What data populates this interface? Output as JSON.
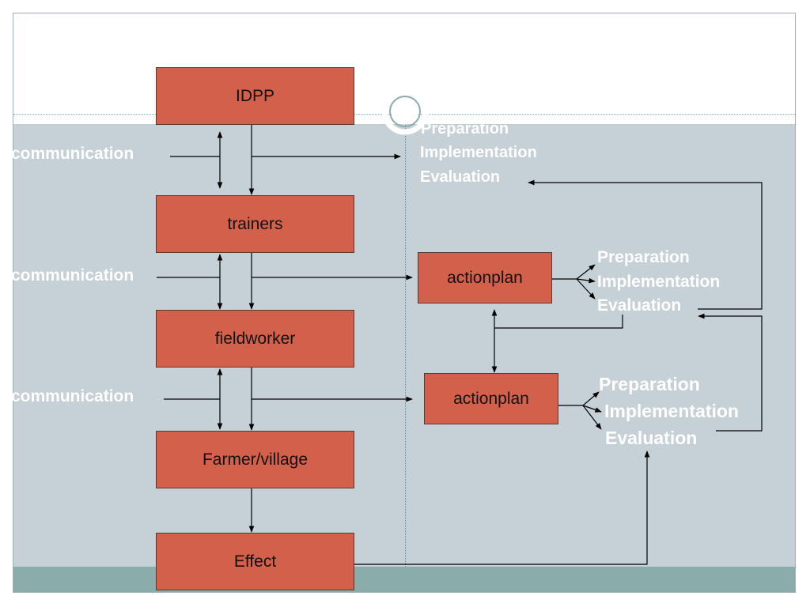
{
  "diagram": {
    "nodes": {
      "idpp": "IDPP",
      "trainers": "trainers",
      "fieldworker": "fieldworker",
      "farmer": "Farmer/village",
      "effect": "Effect",
      "actionplan1": "actionplan",
      "actionplan2": "actionplan"
    },
    "communication_labels": [
      "communication",
      "communication",
      "communication"
    ],
    "phase_groups": [
      [
        "Preparation",
        "Implementation",
        "Evaluation"
      ],
      [
        "Preparation",
        "Implementation",
        "Evaluation"
      ],
      [
        "Preparation",
        "Implementation",
        "Evaluation"
      ]
    ]
  }
}
